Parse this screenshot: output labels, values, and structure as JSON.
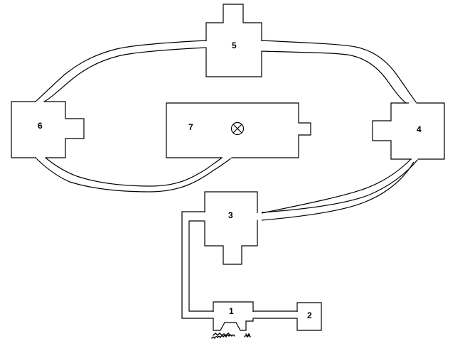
{
  "map": {
    "rooms": [
      {
        "id": "room-1",
        "label": "1"
      },
      {
        "id": "room-2",
        "label": "2"
      },
      {
        "id": "room-3",
        "label": "3"
      },
      {
        "id": "room-4",
        "label": "4"
      },
      {
        "id": "room-5",
        "label": "5"
      },
      {
        "id": "room-6",
        "label": "6"
      },
      {
        "id": "room-7",
        "label": "7"
      }
    ],
    "marker_icon": "circled-x-icon",
    "colors": {
      "background": "#ffffff",
      "lines": "#000000"
    }
  }
}
